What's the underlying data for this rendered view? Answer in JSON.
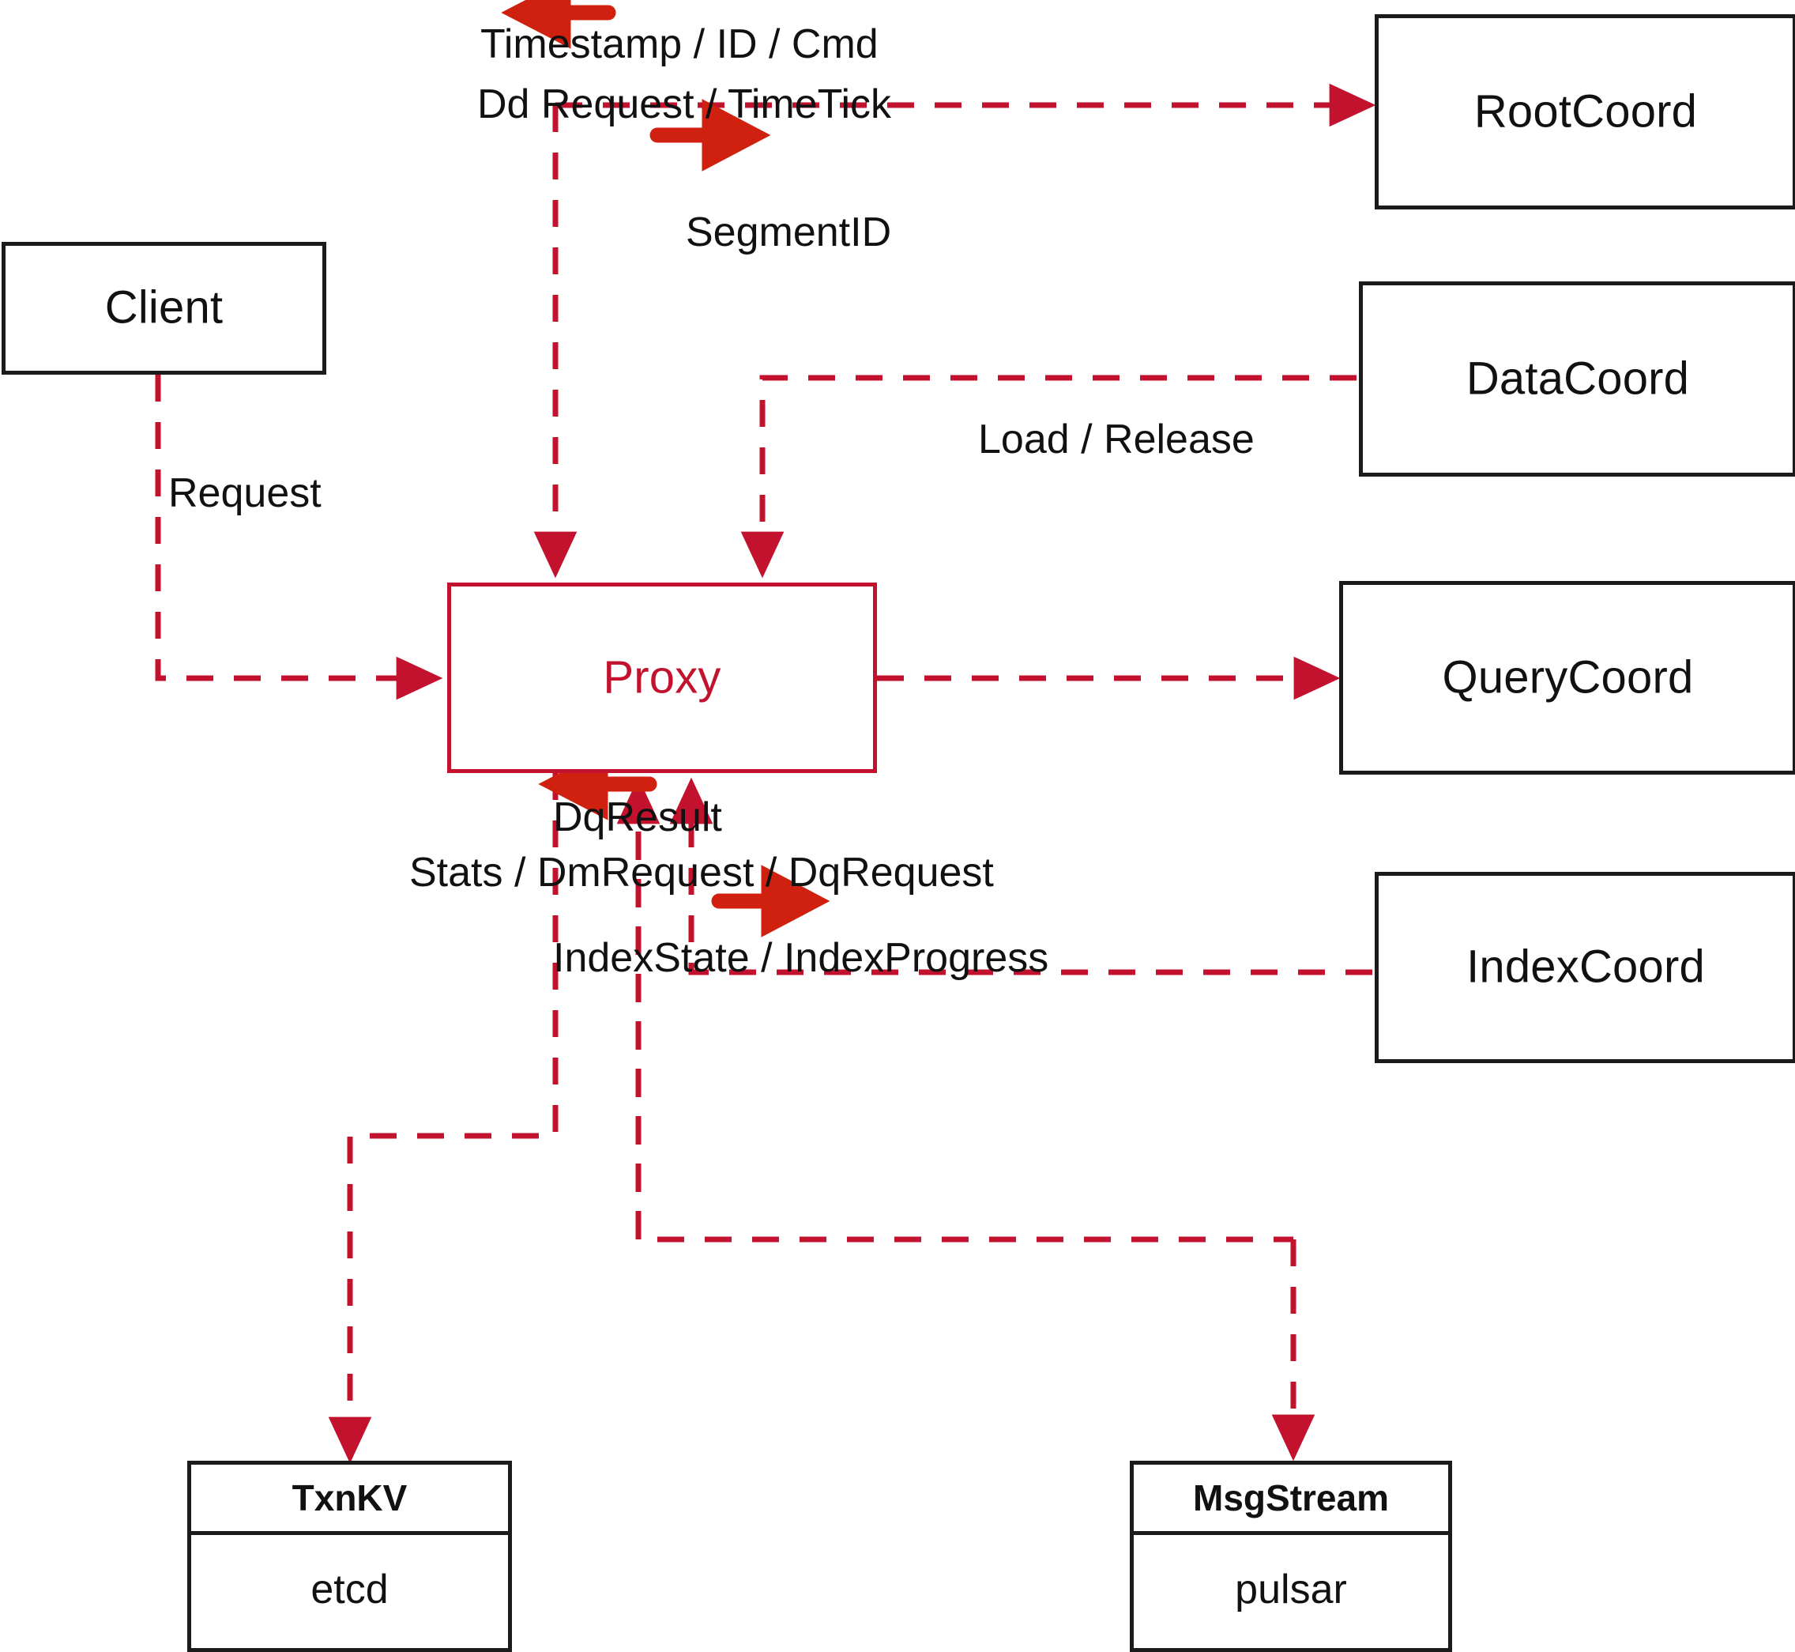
{
  "diagram": {
    "title": "Milvus Proxy interaction diagram",
    "colors": {
      "dashed_line": "#c3122e",
      "bold_arrow": "#cf2010",
      "box_border": "#1b1b1b",
      "proxy_border": "#c3122e",
      "proxy_text": "#c3122e",
      "text": "#111111",
      "background": "#ffffff"
    }
  },
  "nodes": {
    "client": {
      "label": "Client"
    },
    "proxy": {
      "label": "Proxy"
    },
    "root_coord": {
      "label": "RootCoord"
    },
    "data_coord": {
      "label": "DataCoord"
    },
    "query_coord": {
      "label": "QueryCoord"
    },
    "index_coord": {
      "label": "IndexCoord"
    },
    "txnkv": {
      "title": "TxnKV",
      "impl": "etcd"
    },
    "msgstream": {
      "title": "MsgStream",
      "impl": "pulsar"
    }
  },
  "edge_labels": {
    "timestamp_id_cmd": "Timestamp / ID / Cmd",
    "dd_request_timetick": "Dd Request / TimeTick",
    "segment_id": "SegmentID",
    "request": "Request",
    "load_release": "Load / Release",
    "index_state_progress": "IndexState / IndexProgress",
    "dq_result": "DqResult",
    "stats_dm_dq_request": "Stats / DmRequest / DqRequest"
  }
}
